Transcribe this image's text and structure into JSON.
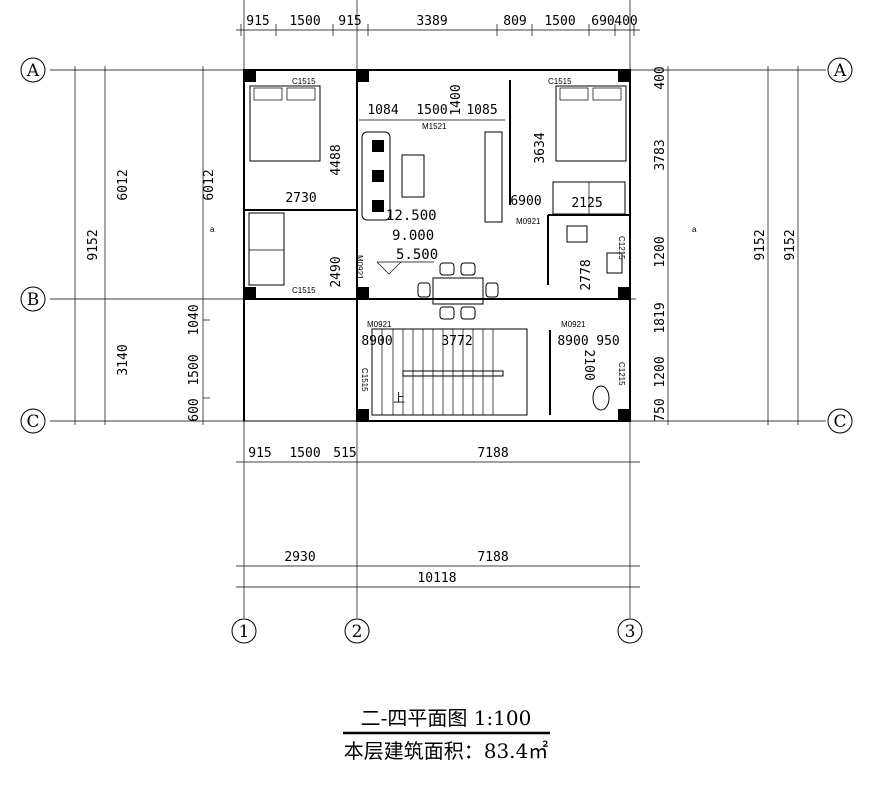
{
  "axes": {
    "rows": [
      "A",
      "B",
      "C"
    ],
    "cols": [
      "1",
      "2",
      "3"
    ]
  },
  "top_dims": [
    "915",
    "1500",
    "915",
    "3389",
    "809",
    "1500",
    "690",
    "400"
  ],
  "left_dims": {
    "outer": "9152",
    "mid_top": "6012",
    "mid_bottom": "3140",
    "inner_top": "6012",
    "inner_1": "1040",
    "inner_2": "1500",
    "inner_3": "600"
  },
  "right_dims": {
    "inner": [
      "400",
      "3783",
      "1200",
      "1819",
      "1200",
      "750"
    ],
    "outer_1": "9152",
    "outer_2": "9152"
  },
  "bottom_dims": {
    "row1": [
      "915",
      "1500",
      "515",
      "7188"
    ],
    "row2": [
      "2930",
      "7188"
    ],
    "total": "10118"
  },
  "interior_dims": {
    "living_top": [
      "1084",
      "1500",
      "1085"
    ],
    "living_height": "1400",
    "bed_left_h": "4488",
    "bed_left_w": "2730",
    "bed_right_h": "3634",
    "wardrobe_w": "2125",
    "kitchen_h": "2778",
    "stair_w": "3772",
    "bath_h": "2100",
    "bath_w": "950",
    "door_left": "2490",
    "door_right": "6900",
    "door_stair_l": "8900",
    "door_stair_r": "8900"
  },
  "labels": {
    "win_top_left": "C1515",
    "win_top_right": "C1515",
    "win_bottom_left": "C1515",
    "door_main": "M1521",
    "door_bed_left": "M0921",
    "door_bed_right": "M0921",
    "door_stair": "M0921",
    "door_bath": "M0921",
    "win_stair": "C1515",
    "win_kitchen": "C1215",
    "win_bath": "C1215",
    "stair_up": "上",
    "section_mark": "a"
  },
  "elevations": [
    "12.500",
    "9.000",
    "5.500"
  ],
  "title": {
    "name": "二-四平面图  1:100",
    "area": "本层建筑面积：83.4㎡"
  }
}
